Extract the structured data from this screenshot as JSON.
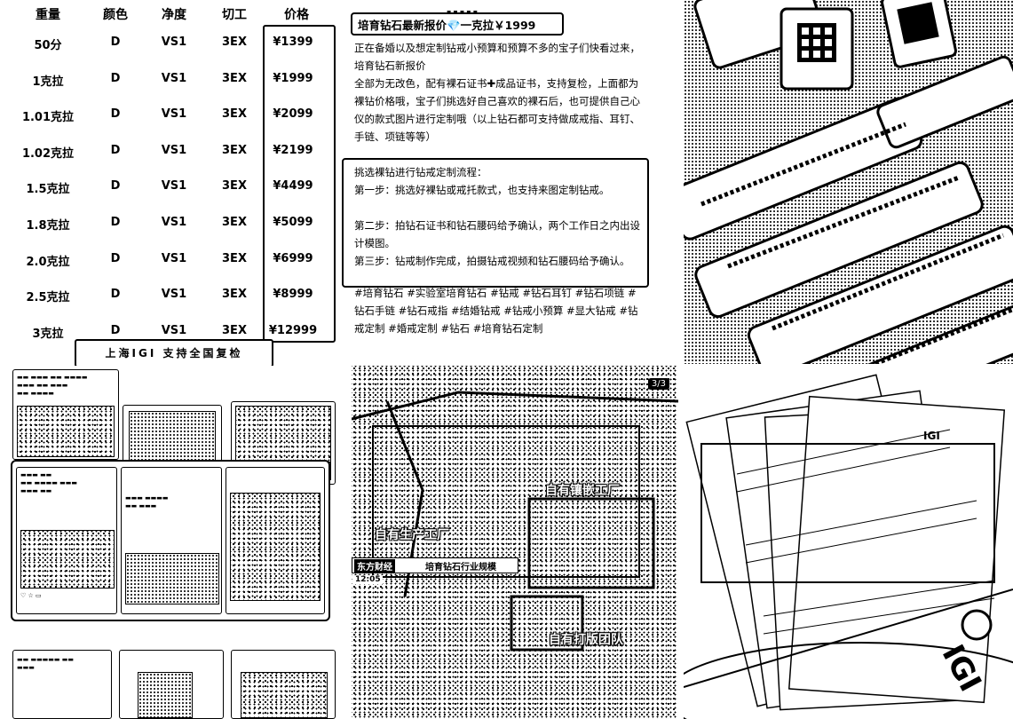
{
  "table": {
    "headers": [
      "重量",
      "颜色",
      "净度",
      "切工",
      "价格"
    ],
    "rows": [
      {
        "weight": "50分",
        "color": "D",
        "clarity": "VS1",
        "cut": "3EX",
        "price": "¥1399"
      },
      {
        "weight": "1克拉",
        "color": "D",
        "clarity": "VS1",
        "cut": "3EX",
        "price": "¥1999"
      },
      {
        "weight": "1.01克拉",
        "color": "D",
        "clarity": "VS1",
        "cut": "3EX",
        "price": "¥2099"
      },
      {
        "weight": "1.02克拉",
        "color": "D",
        "clarity": "VS1",
        "cut": "3EX",
        "price": "¥2199"
      },
      {
        "weight": "1.5克拉",
        "color": "D",
        "clarity": "VS1",
        "cut": "3EX",
        "price": "¥4499"
      },
      {
        "weight": "1.8克拉",
        "color": "D",
        "clarity": "VS1",
        "cut": "3EX",
        "price": "¥5099"
      },
      {
        "weight": "2.0克拉",
        "color": "D",
        "clarity": "VS1",
        "cut": "3EX",
        "price": "¥6999"
      },
      {
        "weight": "2.5克拉",
        "color": "D",
        "clarity": "VS1",
        "cut": "3EX",
        "price": "¥8999"
      },
      {
        "weight": "3克拉",
        "color": "D",
        "clarity": "VS1",
        "cut": "3EX",
        "price": "¥12999"
      }
    ],
    "banner": "上海IGI  支持全国复检"
  },
  "text": {
    "title": "培育钻石最新报价💎一克拉￥1999",
    "para1": "正在备婚以及想定制钻戒小预算和预算不多的宝子们快看过来，培育钻石新报价",
    "para2": "全部为无改色，配有裸石证书✚成品证书，支持复检，上面都为裸钻价格哦，宝子们挑选好自己喜欢的裸石后，也可提供自己心仪的款式图片进行定制哦（以上钻石都可支持做成戒指、耳钉、手链、项链等等）",
    "steps_title": "挑选裸钻进行钻戒定制流程：",
    "step1": "第一步：挑选好裸钻或戒托款式，也支持来图定制钻戒。",
    "step2": "第二步：拍钻石证书和钻石腰码给予确认，两个工作日之内出设计模图。",
    "step3": "第三步：钻戒制作完成，拍摄钻戒视频和钻石腰码给予确认。",
    "tags": "#培育钻石 #实验室培育钻石 #钻戒 #钻石耳钉 #钻石项链 #钻石手链 #钻石戒指 #结婚钻戒 #钻戒小预算 #显大钻戒 #钻戒定制 #婚戒定制 #钻石 #培育钻石定制"
  },
  "video_panel": {
    "page_badge": "3/3",
    "label_factory": "自有镶嵌工厂",
    "label_production": "自有生产工厂",
    "label_team": "自有打版团队",
    "news_tag": "东方财经",
    "news_title": "培育钻石行业规模",
    "time": "12:05"
  },
  "cert_panel": {
    "logo": "IGI"
  }
}
